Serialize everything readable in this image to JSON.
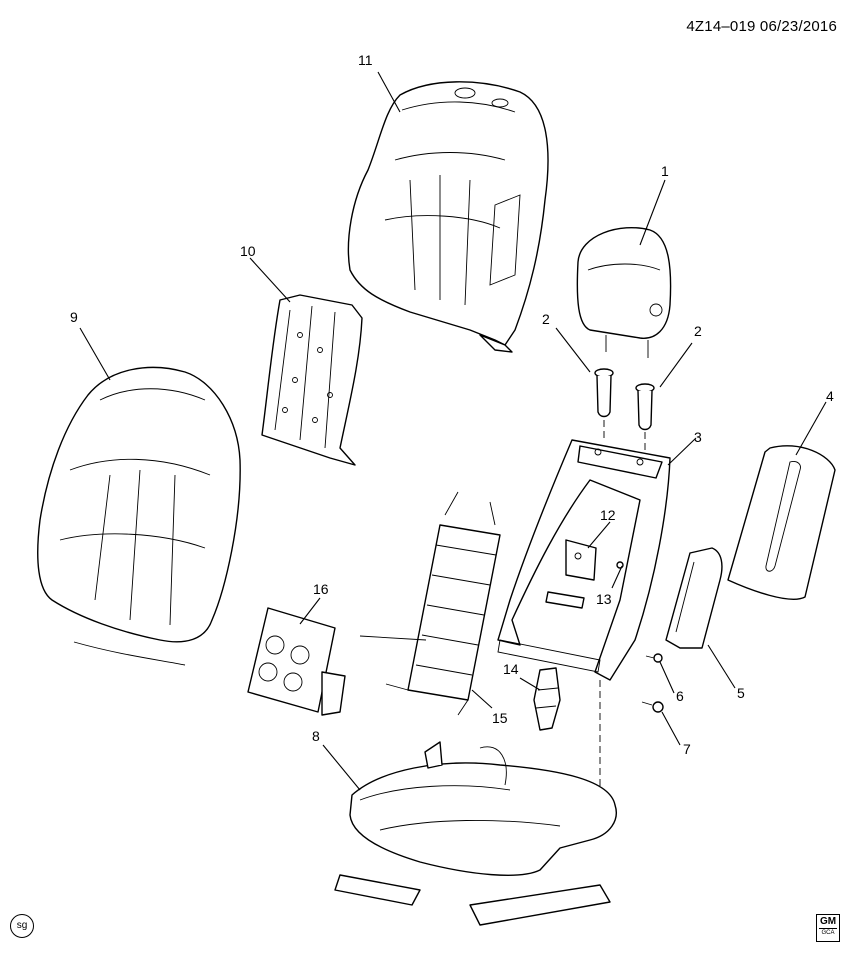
{
  "header": {
    "code": "4Z14–019",
    "date": "06/23/2016"
  },
  "callouts": {
    "c1": "1",
    "c2a": "2",
    "c2b": "2",
    "c3": "3",
    "c4": "4",
    "c5": "5",
    "c6": "6",
    "c7": "7",
    "c8": "8",
    "c9": "9",
    "c10": "10",
    "c11": "11",
    "c12": "12",
    "c13": "13",
    "c14": "14",
    "c15": "15",
    "c16": "16"
  },
  "footer": {
    "sg": "sg",
    "logo_top": "GM",
    "logo_bottom": "GCA"
  }
}
